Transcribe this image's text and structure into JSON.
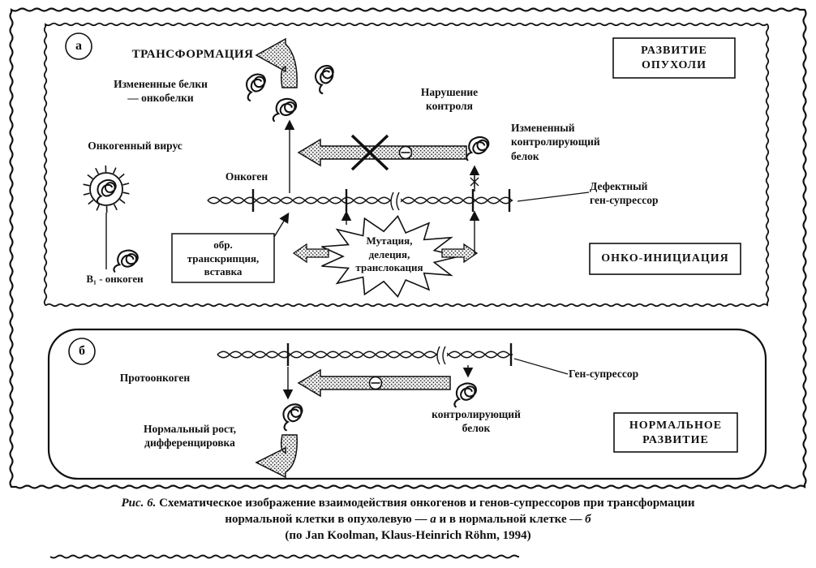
{
  "panel_a": {
    "label": "а",
    "transformation": "ТРАНСФОРМАЦИЯ",
    "changed_proteins": "Измененные белки\n— онкобелки",
    "control_violation": "Нарушение\nконтроля",
    "changed_control_protein": "Измененный\nконтролирующий\nбелок",
    "oncogenic_virus": "Онкогенный вирус",
    "oncogene": "Онкоген",
    "defective_suppressor": "Дефектный\nген-супрессор",
    "reverse_transcription_box": "обр.\nтранскрипция,\nвставка",
    "mutation_star": "Мутация,\nделеция,\nтранслокация",
    "v1_oncogene": "В₁ - онкоген",
    "tumor_development_box": "РАЗВИТИЕ\nОПУХОЛИ",
    "onco_initiation_box": "ОНКО-ИНИЦИАЦИЯ"
  },
  "panel_b": {
    "label": "б",
    "protooncogene": "Протоонкоген",
    "gene_suppressor": "Ген-супрессор",
    "control_protein": "контролирующий\nбелок",
    "normal_growth": "Нормальный рост,\nдифференцировка",
    "normal_development_box": "НОРМАЛЬНОЕ\nРАЗВИТИЕ"
  },
  "symbols": {
    "inhibition_circle": "⊖",
    "block_cross": "✕",
    "damage_mark": "✳",
    "accent_color": "#111111"
  },
  "caption": {
    "fig_label": "Рис. 6.",
    "line1": " Схематическое изображение взаимодействия онкогенов и генов-супрессоров при трансформации",
    "line2_part1": "нормальной клетки в опухолевую — ",
    "line2_a": "а",
    "line2_part2": " и в нормальной клетке — ",
    "line2_b": "б",
    "line3": "(по Jan Koolman, Klaus-Heinrich Röhm, 1994)"
  }
}
